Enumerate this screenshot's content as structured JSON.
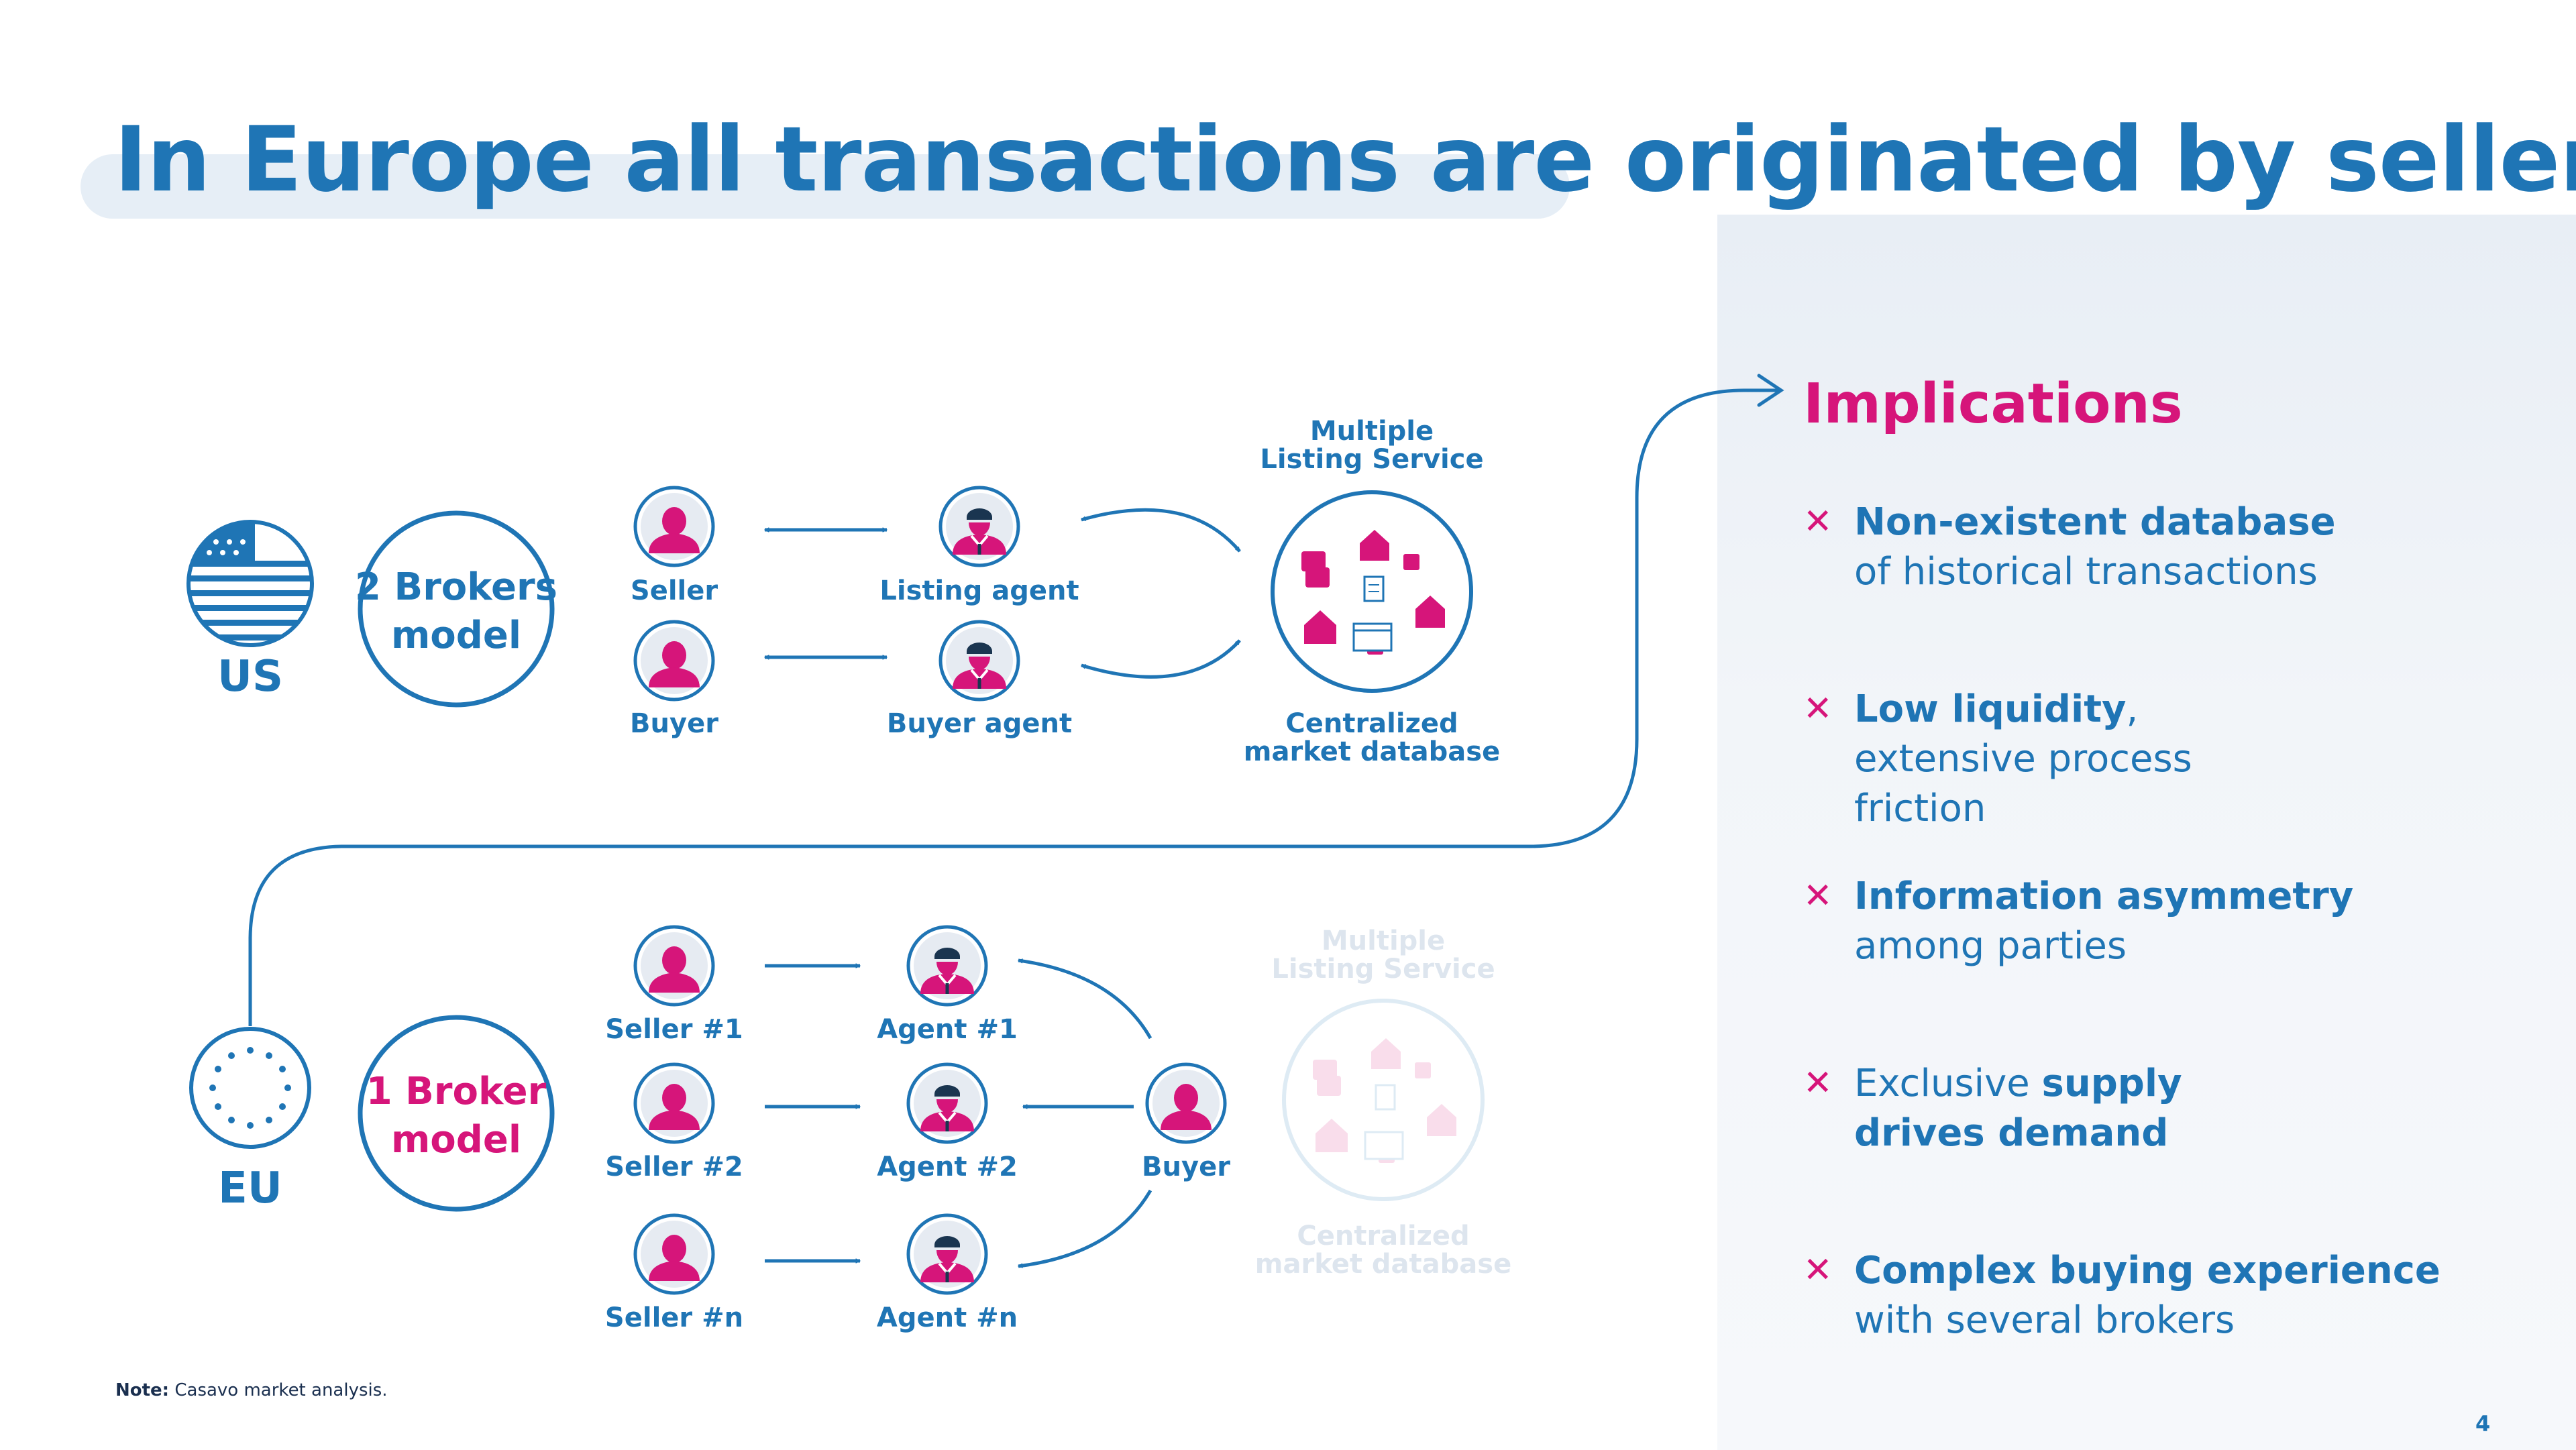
{
  "title": "In Europe all transactions are originated by sellers",
  "us": {
    "region": "US",
    "model": [
      "2 Brokers",
      "model"
    ],
    "seller": "Seller",
    "buyer": "Buyer",
    "listing_agent": "Listing agent",
    "buyer_agent": "Buyer agent",
    "mls": [
      "Multiple",
      "Listing Service"
    ],
    "db": [
      "Centralized",
      "market database"
    ]
  },
  "eu": {
    "region": "EU",
    "model": [
      "1 Broker",
      "model"
    ],
    "sellers": [
      "Seller #1",
      "Seller #2",
      "Seller #n"
    ],
    "agents": [
      "Agent #1",
      "Agent #2",
      "Agent #n"
    ],
    "buyer": "Buyer",
    "mls": [
      "Multiple",
      "Listing Service"
    ],
    "db": [
      "Centralized",
      "market database"
    ]
  },
  "implications": {
    "title": "Implications",
    "items": [
      {
        "bold": "Non-existent database",
        "rest": "of historical transactions"
      },
      {
        "bold": "Low liquidity",
        "rest": ", extensive process friction"
      },
      {
        "bold": "Information asymmetry",
        "rest": "among parties"
      },
      {
        "pre": "Exclusive ",
        "bold": "supply drives demand"
      },
      {
        "bold": "Complex buying experience",
        "rest": "with several brokers"
      }
    ]
  },
  "note": {
    "label": "Note:",
    "text": "Casavo market analysis."
  },
  "page_number": "4",
  "colors": {
    "blue": "#1f75b5",
    "pink": "#d6157a",
    "panel": "#eef3f8",
    "faded": "#dde5ee"
  }
}
